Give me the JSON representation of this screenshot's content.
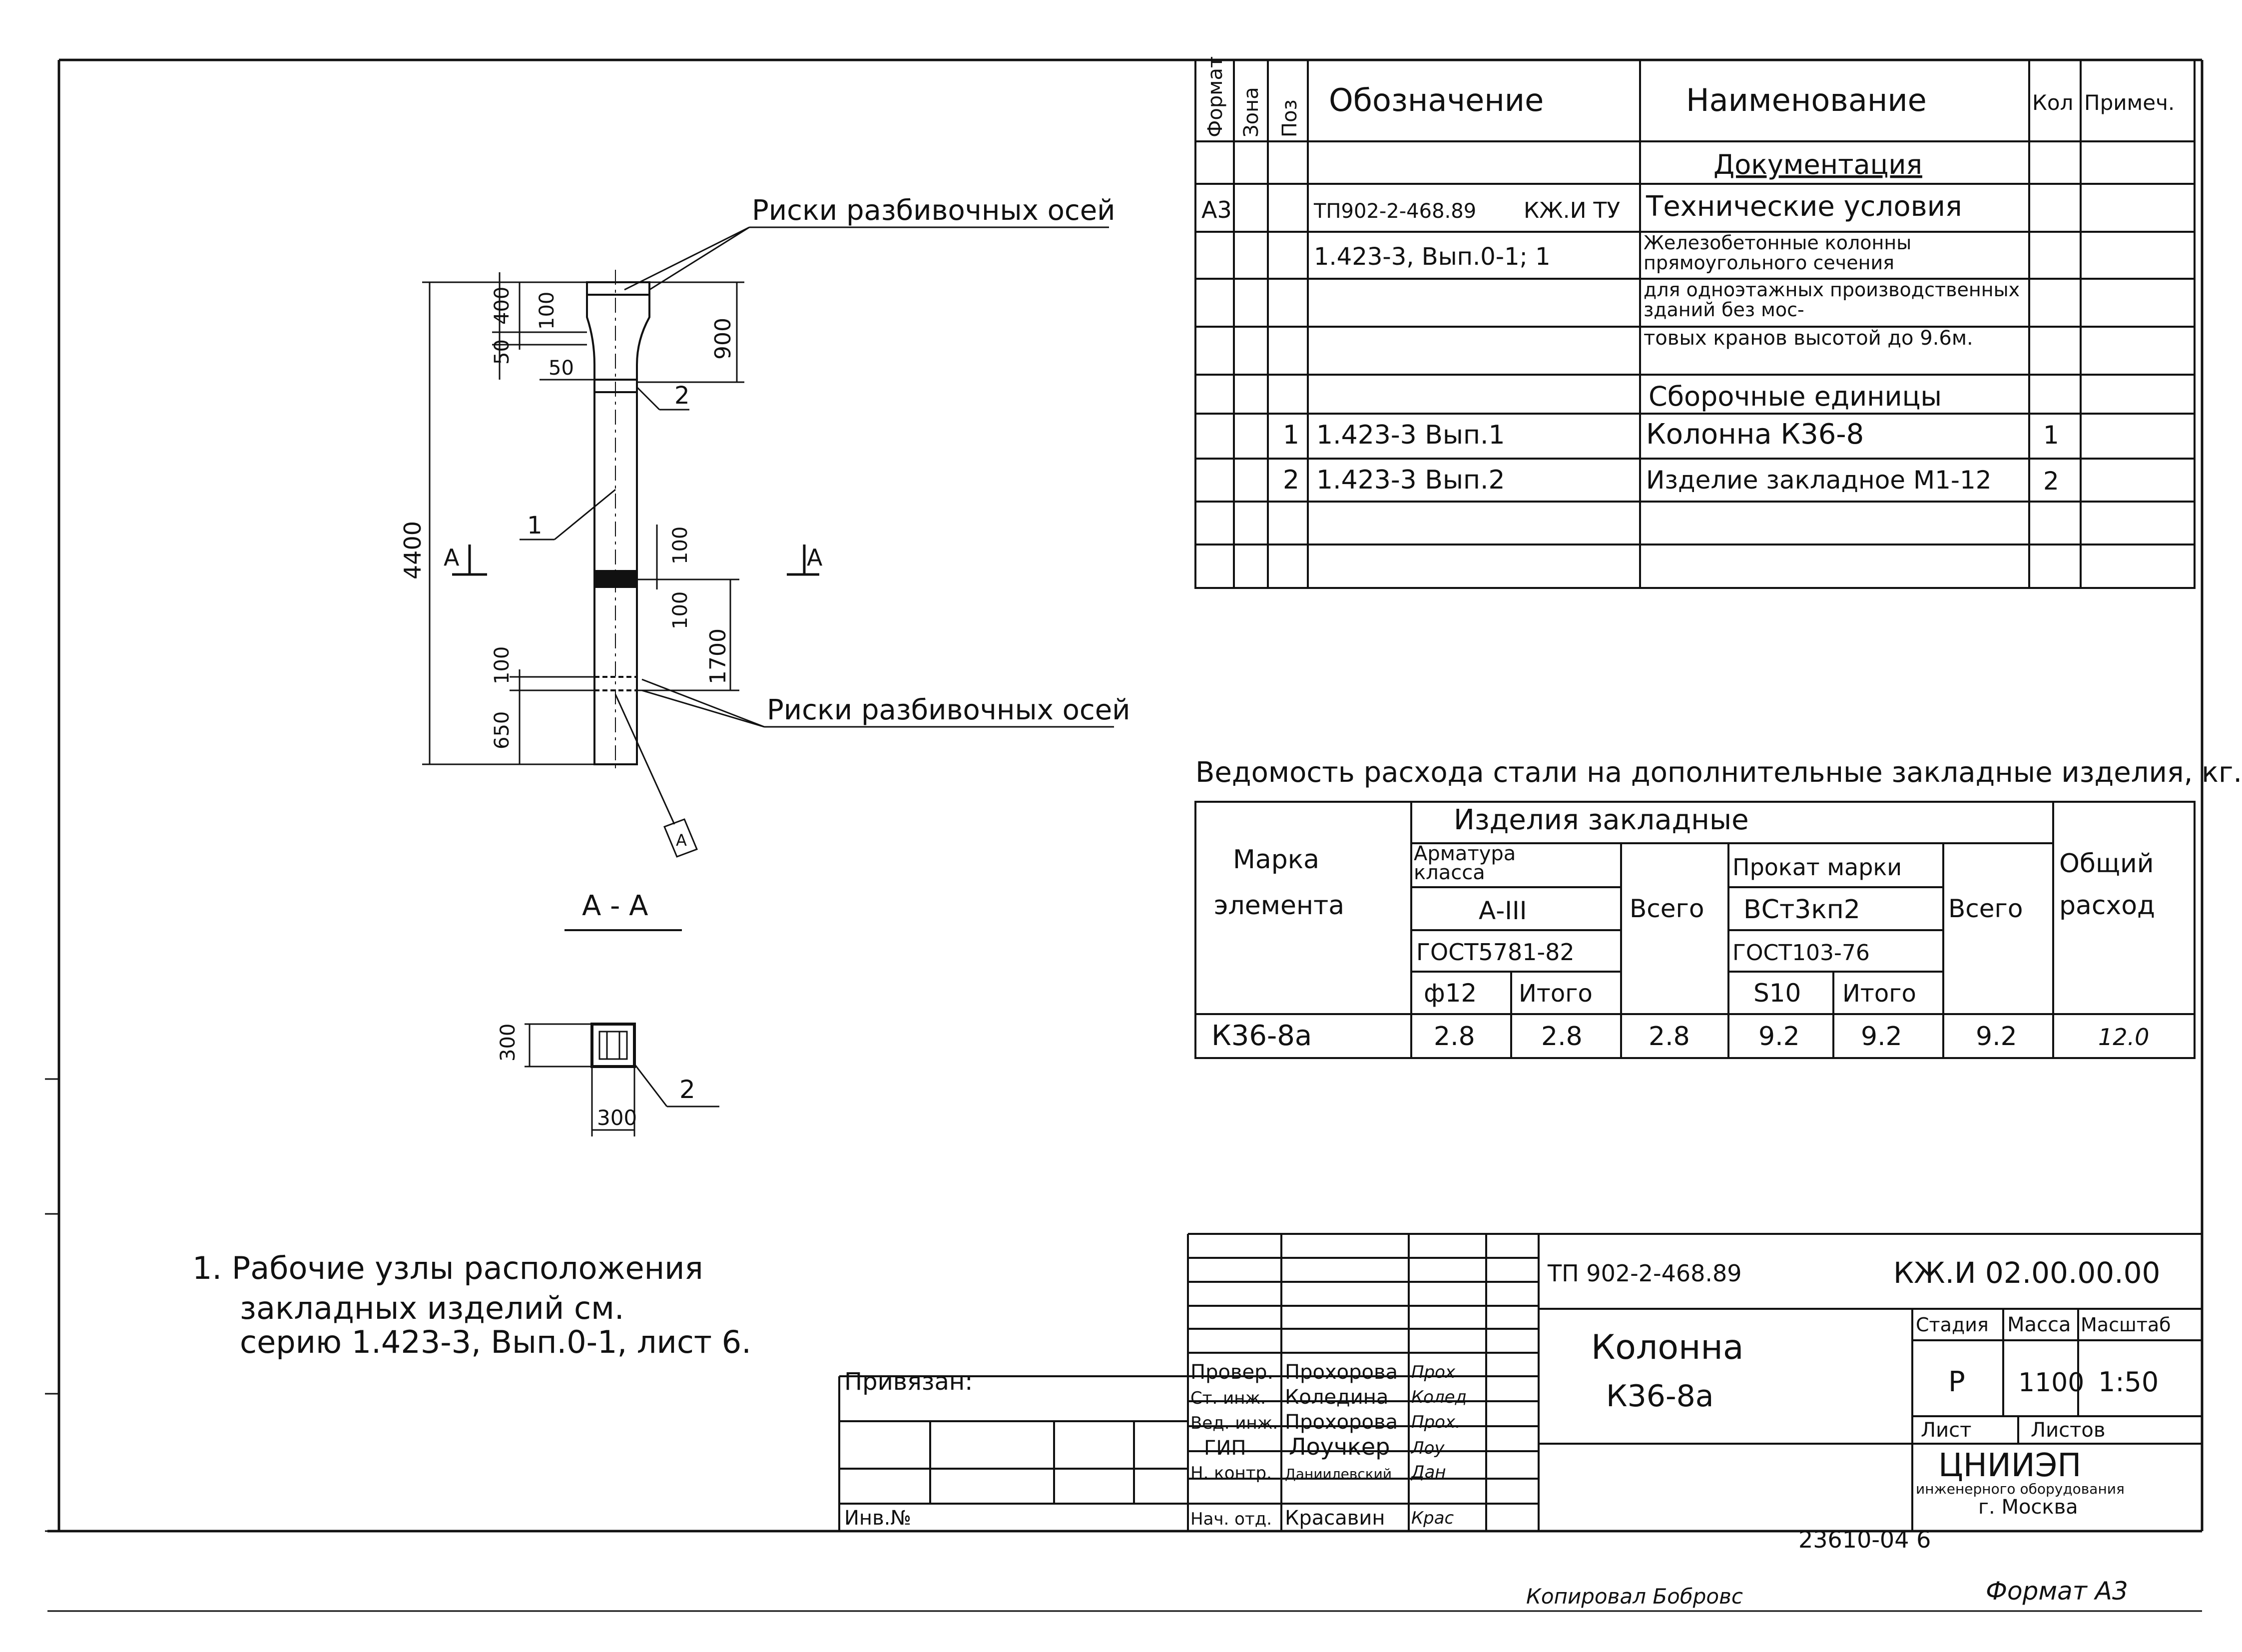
{
  "spec": {
    "headers": {
      "format": "Формат",
      "zone": "Зона",
      "pos": "Поз",
      "designation": "Обозначение",
      "name": "Наименование",
      "qty": "Кол",
      "note": "Примеч."
    },
    "rows": [
      {
        "format": "",
        "pos": "",
        "designation": "",
        "designation2": "",
        "name": "Документация",
        "qty": ""
      },
      {
        "format": "А3",
        "pos": "",
        "designation": "ТП902-2-468.89",
        "designation2": "КЖ.И ТУ",
        "name": "Технические условия",
        "qty": ""
      },
      {
        "format": "",
        "pos": "",
        "designation": "1.423-3, Вып.0-1; 1",
        "designation2": "",
        "name": "Железобетонные колонны прямоугольного сечения",
        "qty": ""
      },
      {
        "format": "",
        "pos": "",
        "designation": "",
        "designation2": "",
        "name": "для одноэтажных производственных зданий без мос-",
        "qty": ""
      },
      {
        "format": "",
        "pos": "",
        "designation": "",
        "designation2": "",
        "name": "товых кранов высотой до 9.6м.",
        "qty": ""
      },
      {
        "format": "",
        "pos": "",
        "designation": "",
        "designation2": "",
        "name": "Сборочные единицы",
        "qty": ""
      },
      {
        "format": "",
        "pos": "1",
        "designation": "1.423-3  Вып.1",
        "designation2": "",
        "name": "Колонна  К36-8",
        "qty": "1"
      },
      {
        "format": "",
        "pos": "2",
        "designation": "1.423-3  Вып.2",
        "designation2": "",
        "name": "Изделие закладное М1-12",
        "qty": "2"
      },
      {
        "format": "",
        "pos": "",
        "designation": "",
        "designation2": "",
        "name": "",
        "qty": ""
      },
      {
        "format": "",
        "pos": "",
        "designation": "",
        "designation2": "",
        "name": "",
        "qty": ""
      }
    ]
  },
  "steel": {
    "title": "Ведомость расхода стали на дополнительные закладные изделия, кг.",
    "mark_header_1": "Марка",
    "mark_header_2": "элемента",
    "group_header": "Изделия  закладные",
    "rebar_class": "Арматура класса",
    "rebar_grade": "А-III",
    "rebar_gost": "ГОСТ5781-82",
    "rebar_diam": "ф12",
    "rebar_total": "Итого",
    "all1": "Всего",
    "rolled_grade": "Прокат марки",
    "rolled_steel": "ВСт3кп2",
    "rolled_gost": "ГОСТ103-76",
    "rolled_size": "S10",
    "rolled_total": "Итого",
    "all2": "Всего",
    "general_1": "Общий",
    "general_2": "расход",
    "row": {
      "mark": "К36-8а",
      "d12": "2.8",
      "sub1": "2.8",
      "tot1": "2.8",
      "s10": "9.2",
      "sub2": "9.2",
      "tot2": "9.2",
      "general": "12.0"
    }
  },
  "drawing": {
    "risks_label": "Риски разбивочных осей",
    "section_mark": "А",
    "section_title": "А - А",
    "callout_1": "1",
    "callout_2": "2",
    "dims": {
      "d4400": "4400",
      "d400": "400",
      "d100a": "100",
      "d900": "900",
      "d50v": "50",
      "d50h": "50",
      "d100b": "100",
      "d100c": "100",
      "d1700": "1700",
      "d100d": "100",
      "d650": "650",
      "d300v": "300",
      "d300h": "300"
    }
  },
  "note": {
    "line1": "1. Рабочие узлы расположения",
    "line2": "закладных изделий см.",
    "line3": "серию 1.423-3, Вып.0-1, лист 6."
  },
  "stamp": {
    "code_left": "ТП 902-2-468.89",
    "code_right": "КЖ.И 02.00.00.00",
    "title_1": "Колонна",
    "title_2": "К36-8а",
    "stage_h": "Стадия",
    "mass_h": "Масса",
    "scale_h": "Масштаб",
    "stage": "Р",
    "mass": "1100",
    "scale": "1:50",
    "sheet_h": "Лист",
    "sheets_h": "Листов",
    "org_1": "ЦНИИЭП",
    "org_2": "инженерного оборудования",
    "org_3": "г. Москва",
    "privyazan": "Привязан:",
    "inv": "Инв.№",
    "roles": [
      {
        "role": "Провер.",
        "name": "Прохорова",
        "sig": "Прох"
      },
      {
        "role": "Ст. инж.",
        "name": "Коледина",
        "sig": "Колед"
      },
      {
        "role": "Вед. инж.",
        "name": "Прохорова",
        "sig": "Прох."
      },
      {
        "role": "ГИП",
        "name": "Лоучкер",
        "sig": "Лоу"
      },
      {
        "role": "Н. контр.",
        "name": "Даниилевский",
        "sig": "Дан"
      },
      {
        "role": "Нач. отд.",
        "name": "Красавин",
        "sig": "Крас"
      }
    ]
  },
  "footer": {
    "number": "23610-04  6",
    "copied": "Копировал  Бобровс",
    "format": "Формат  А3"
  }
}
